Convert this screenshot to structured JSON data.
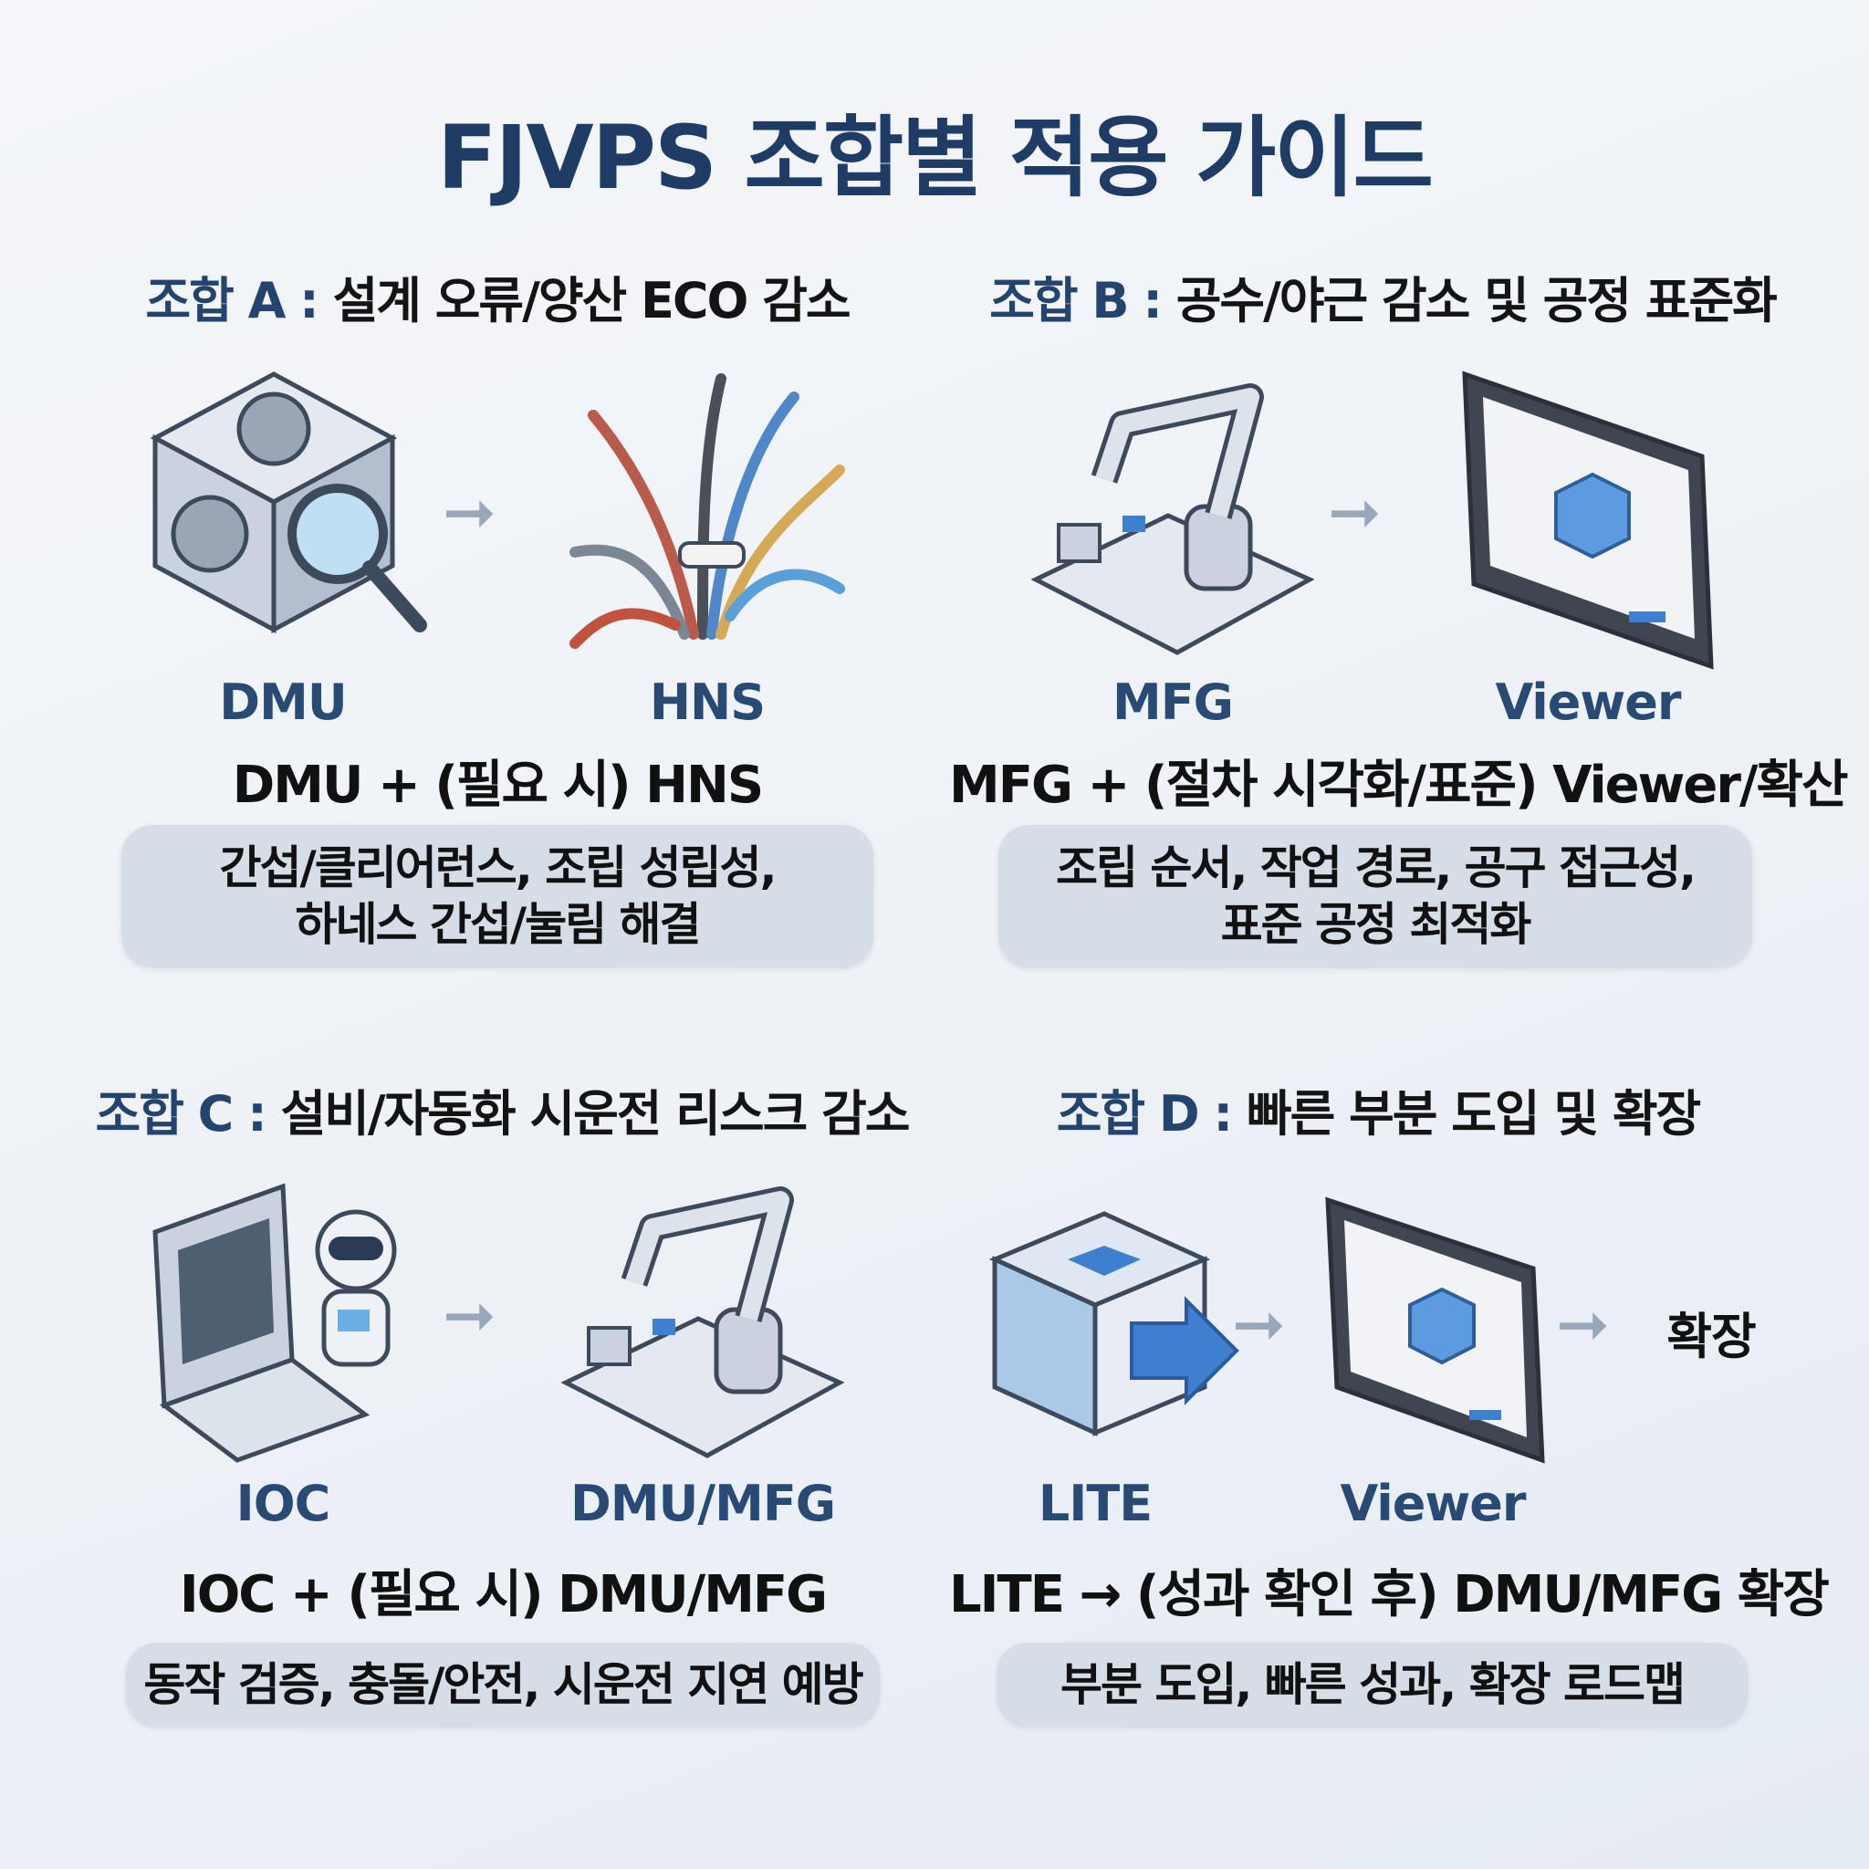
{
  "title": "FJVPS 조합별 적용 가이드",
  "sections": [
    {
      "key": "조합 A",
      "heading": "설계 오류/양산 ECO 감소",
      "from": "DMU",
      "to": "HNS",
      "combo": "DMU + (필요 시) HNS",
      "benefits": [
        "간섭/클리어런스, 조립 성립성,",
        "하네스 간섭/눌림 해결"
      ]
    },
    {
      "key": "조합 B",
      "heading": "공수/야근 감소 및 공정 표준화",
      "from": "MFG",
      "to": "Viewer",
      "combo": "MFG + (절차 시각화/표준) Viewer/확산",
      "benefits": [
        "조립 순서, 작업 경로, 공구 접근성,",
        "표준 공정 최적화"
      ]
    },
    {
      "key": "조합 C",
      "heading": "설비/자동화 시운전 리스크 감소",
      "from": "IOC",
      "to": "DMU/MFG",
      "combo": "IOC + (필요 시) DMU/MFG",
      "benefits": [
        "동작 검증, 충돌/안전, 시운전 지연 예방"
      ]
    },
    {
      "key": "조합 D",
      "heading": "빠른 부분 도입 및 확장",
      "from": "LITE",
      "to": "Viewer",
      "extra": "확장",
      "combo": "LITE → (성과 확인 후) DMU/MFG 확장",
      "benefits": [
        "부분 도입, 빠른 성과, 확장 로드맵"
      ]
    }
  ],
  "colors": {
    "title": "#1f3c66",
    "label": "#284a75",
    "box": "#d5dde7",
    "accent": "#3f7fd0"
  }
}
